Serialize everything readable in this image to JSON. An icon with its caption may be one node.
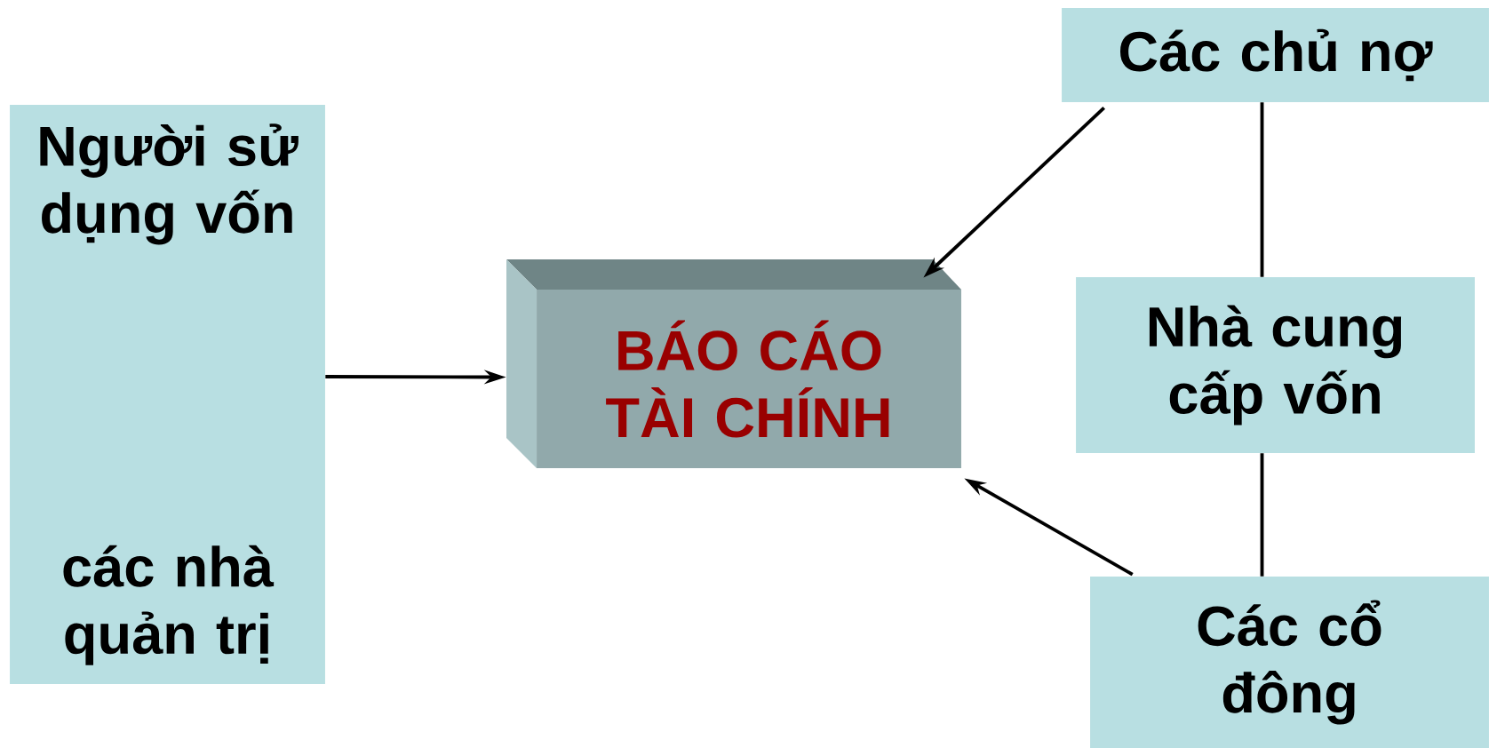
{
  "diagram": {
    "nodes": [
      {
        "text": [
          "Người sử dụng vốn",
          "các nhà quản trị"
        ]
      },
      {
        "text": [
          "BÁO CÁO TÀI CHÍNH"
        ]
      },
      {
        "text": [
          "Các chủ nợ"
        ]
      },
      {
        "text": [
          "Nhà cung cấp vốn"
        ]
      },
      {
        "text": [
          "Các cổ đông"
        ]
      }
    ],
    "edges": [
      {
        "from": 0,
        "to": 1,
        "arrow": "to"
      },
      {
        "from": 2,
        "to": 1,
        "arrow": "to"
      },
      {
        "from": 4,
        "to": 1,
        "arrow": "to"
      },
      {
        "from": 2,
        "to": 3,
        "arrow": "none"
      },
      {
        "from": 3,
        "to": 4,
        "arrow": "none"
      }
    ]
  }
}
